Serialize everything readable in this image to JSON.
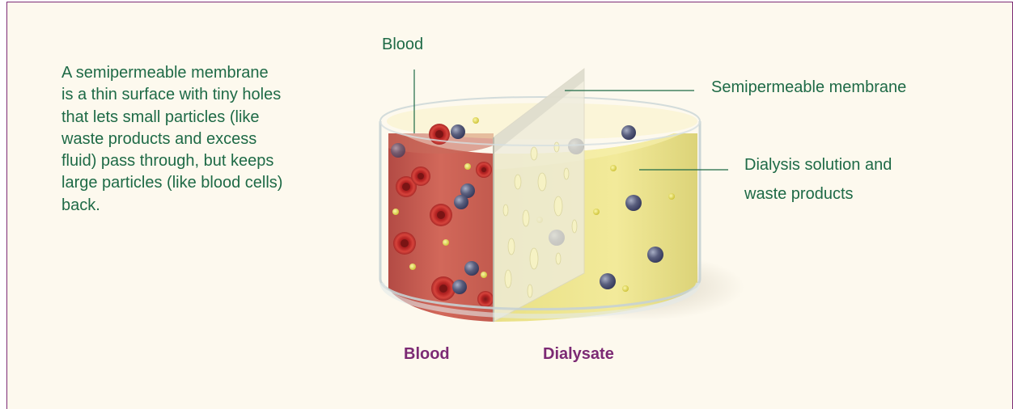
{
  "description": "A semipermeable membrane is a thin surface with tiny holes that lets small particles (like waste products and excess fluid) pass through, but keeps large particles (like blood cells) back.",
  "callouts": {
    "blood": "Blood",
    "membrane": "Semipermeable membrane",
    "dialysis_line1": "Dialysis solution and",
    "dialysis_line2": "waste products"
  },
  "bottom_labels": {
    "left": "Blood",
    "right": "Dialysate"
  },
  "colors": {
    "text_green": "#1e6a46",
    "accent_purple": "#7c2a74",
    "blood": "#c4564a",
    "dialysate": "#efe68d",
    "background": "#fdf9ee"
  }
}
